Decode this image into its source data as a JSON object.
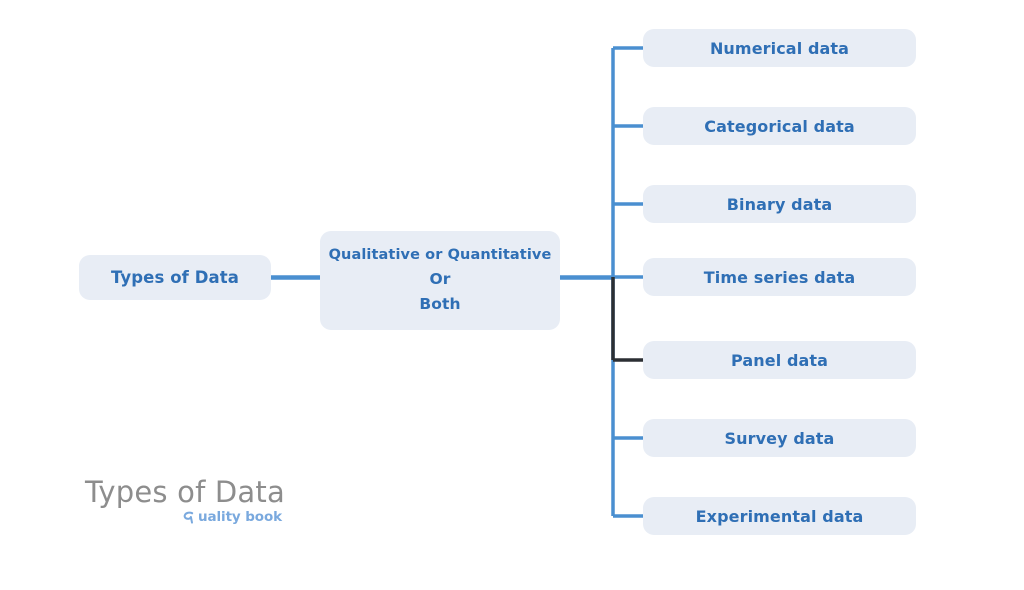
{
  "diagram": {
    "title": "Types of Data",
    "type": "mindmap-tree",
    "background_color": "#ffffff",
    "node_fill_color": "#e8edf5",
    "node_text_color": "#2f6fb5",
    "connector_color": "#4a8fd0",
    "highlight_connector_color": "#2b2f33",
    "root": {
      "label": "Types of Data"
    },
    "middle": {
      "line1": "Qualitative or Quantitative",
      "line2": "Or",
      "line3": "Both"
    },
    "leaves": [
      {
        "label": "Numerical data",
        "highlighted": false
      },
      {
        "label": "Categorical data",
        "highlighted": false
      },
      {
        "label": "Binary data",
        "highlighted": false
      },
      {
        "label": "Time series data",
        "highlighted": false
      },
      {
        "label": "Panel data",
        "highlighted": true
      },
      {
        "label": "Survey data",
        "highlighted": false
      },
      {
        "label": "Experimental data",
        "highlighted": false
      }
    ]
  },
  "watermark": {
    "caption": "Types of Data",
    "logo_text": "uality book",
    "logo_mark": "q-logo-icon",
    "caption_color": "#8d8d8d",
    "logo_color": "#7aa9de"
  }
}
